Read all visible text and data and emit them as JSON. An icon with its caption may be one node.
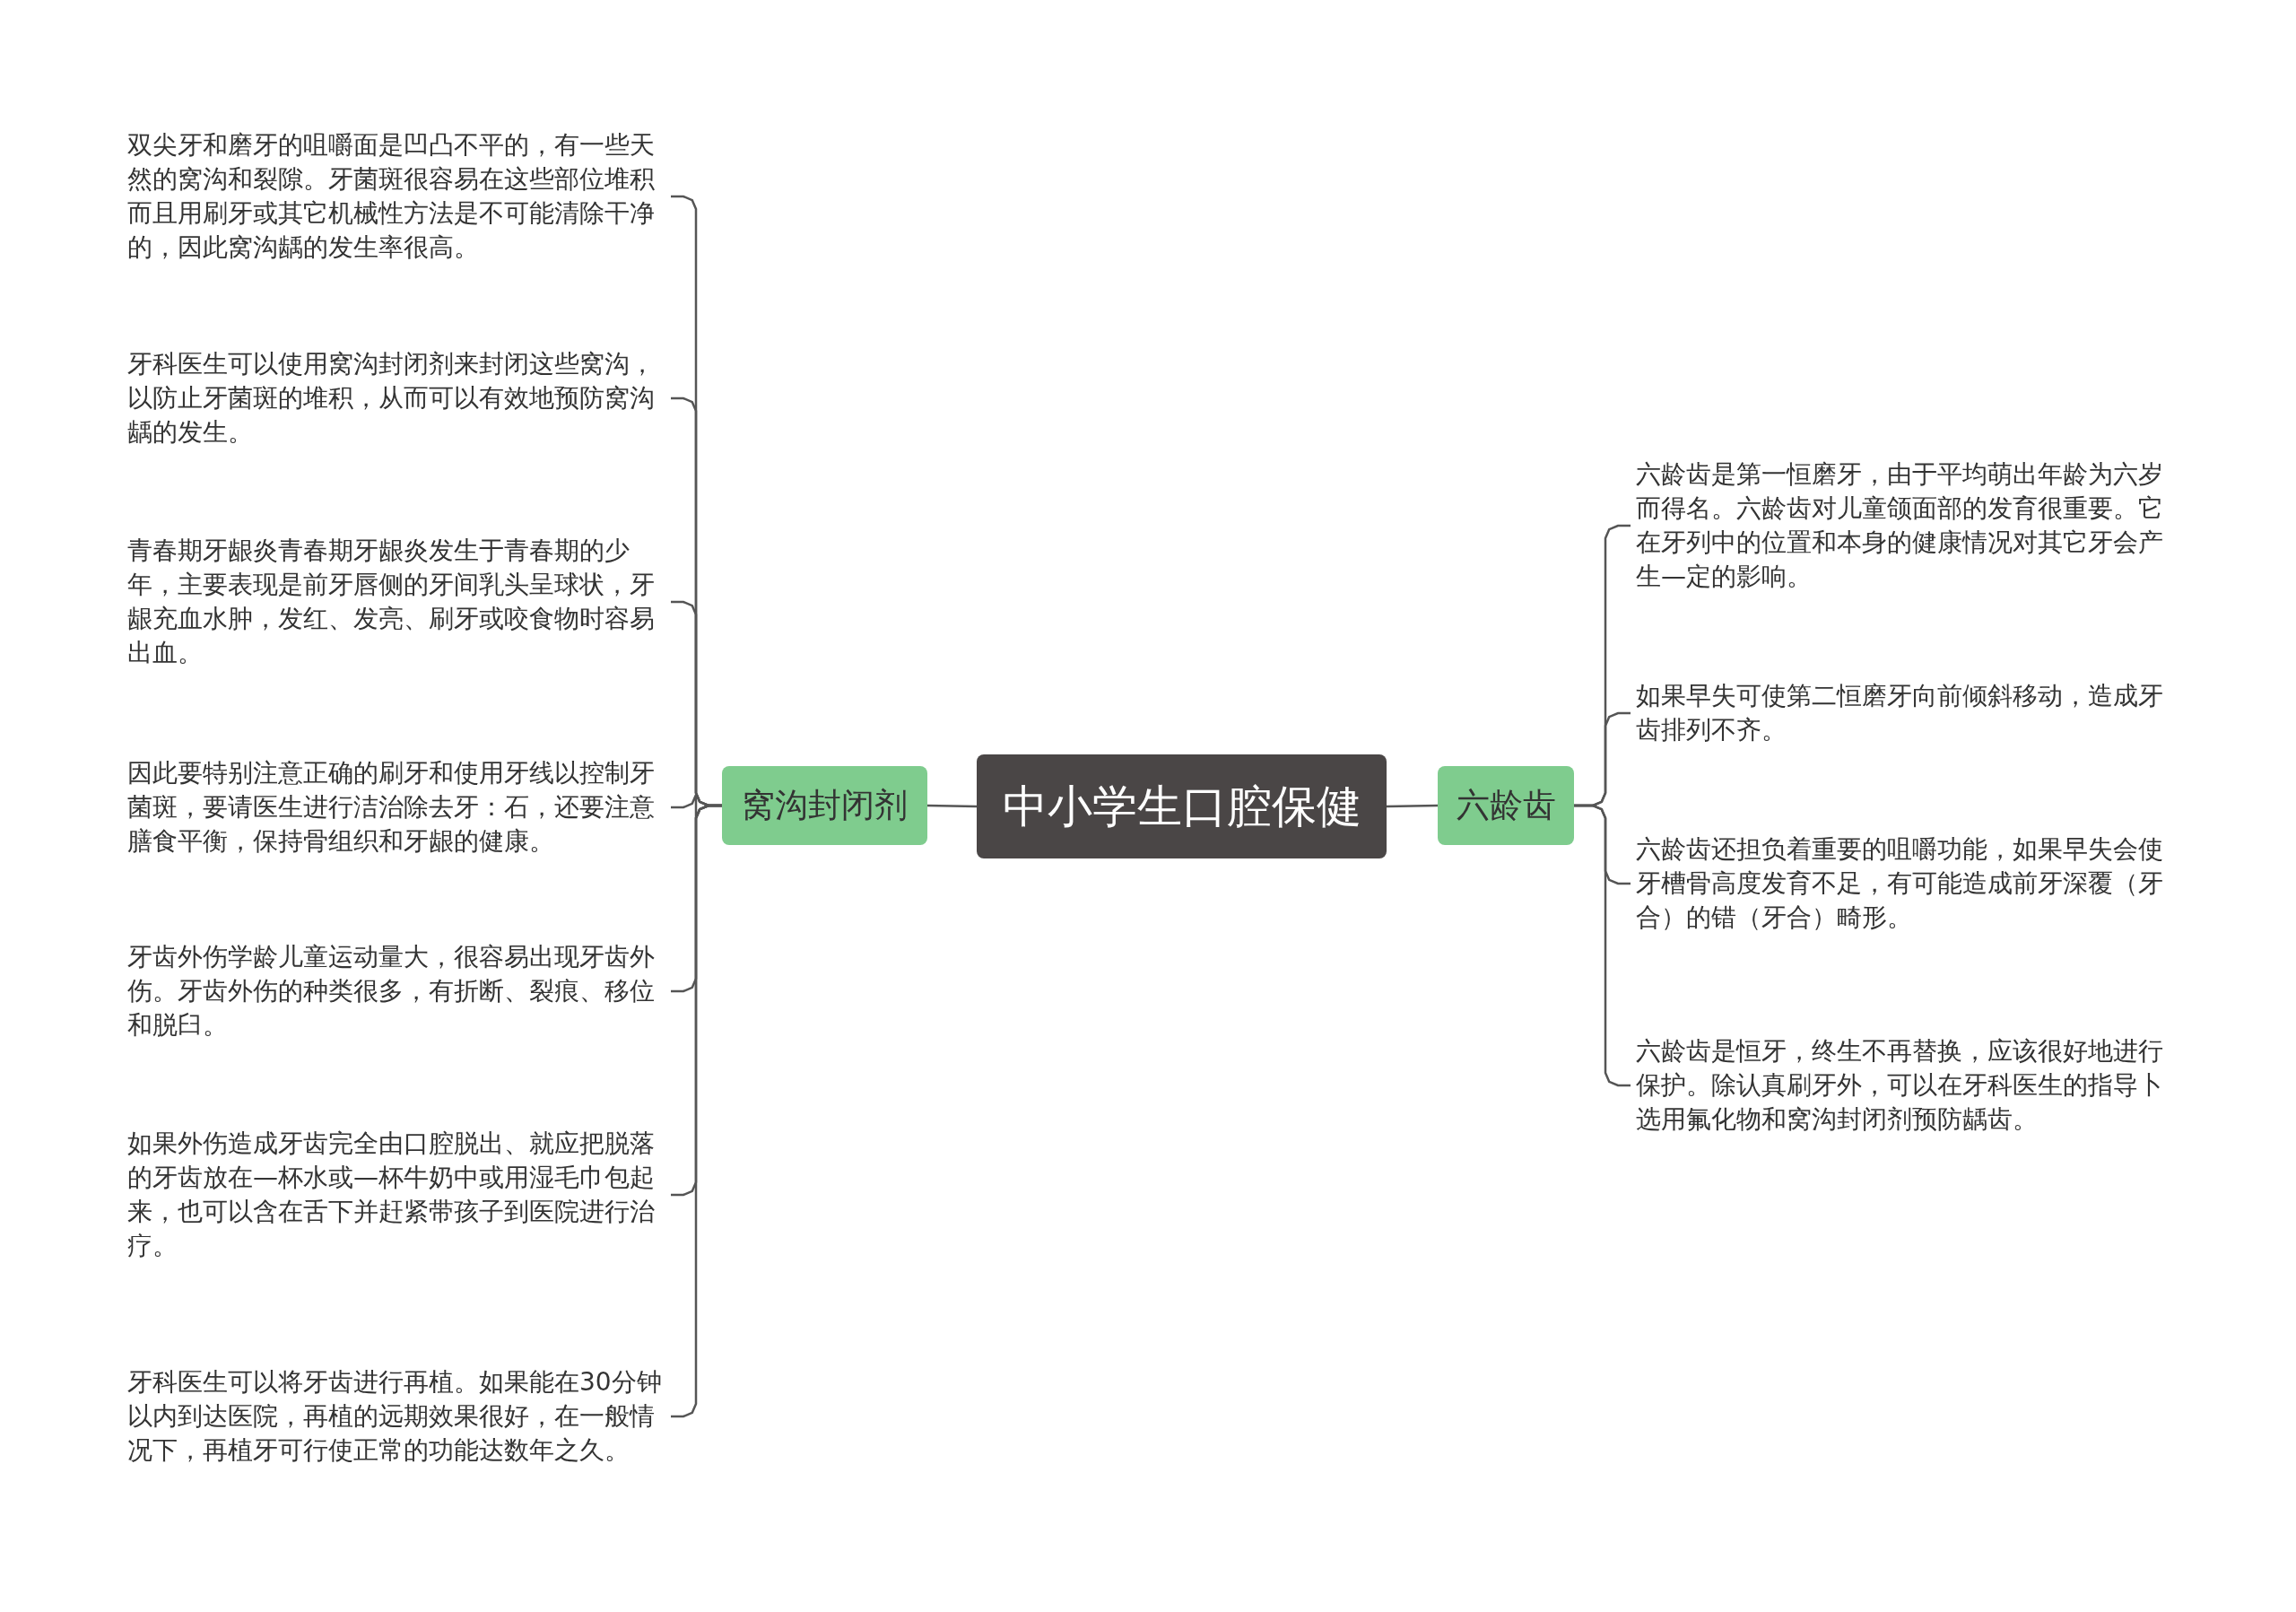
{
  "diagram": {
    "nodes": [
      {
        "text": [
          "中小学生口腔保健"
        ]
      },
      {
        "text": [
          "窝沟封闭剂"
        ]
      },
      {
        "text": [
          "双尖牙和磨牙的咀嚼面是凹凸不平的，有一些天然的窝沟和裂隙。牙菌斑很容易在这些部位堆积而且用刷牙或其它机械性方法是不可能清除干净的，因此窝沟龋的发生率很高。"
        ]
      },
      {
        "text": [
          "牙科医生可以使用窝沟封闭剂来封闭这些窝沟，以防止牙菌斑的堆积，从而可以有效地预防窝沟龋的发生。"
        ]
      },
      {
        "text": [
          "青春期牙龈炎青春期牙龈炎发生于青春期的少年，主要表现是前牙唇侧的牙间乳头呈球状，牙龈充血水肿，发红、发亮、刷牙或咬食物时容易出血。"
        ]
      },
      {
        "text": [
          "因此要特别注意正确的刷牙和使用牙线以控制牙菌斑，要请医生进行洁治除去牙：石，还要注意膳食平衡，保持骨组织和牙龈的健康。"
        ]
      },
      {
        "text": [
          "牙齿外伤学龄儿童运动量大，很容易出现牙齿外伤。牙齿外伤的种类很多，有折断、裂痕、移位和脱臼。"
        ]
      },
      {
        "text": [
          "如果外伤造成牙齿完全由口腔脱出、就应把脱落的牙齿放在—杯水或—杯牛奶中或用湿毛巾包起来，也可以含在舌下并赶紧带孩子到医院进行治疗。"
        ]
      },
      {
        "text": [
          "牙科医生可以将牙齿进行再植。如果能在30分钟以内到达医院，再植的远期效果很好，在一般情况下，再植牙可行使正常的功能达数年之久。"
        ]
      },
      {
        "text": [
          "六龄齿"
        ]
      },
      {
        "text": [
          "六龄齿是第一恒磨牙，由于平均萌出年龄为六岁而得名。六龄齿对儿童颌面部的发育很重要。它在牙列中的位置和本身的健康情况对其它牙会产生—定的影响。"
        ]
      },
      {
        "text": [
          "如果早失可使第二恒磨牙向前倾斜移动，造成牙齿排列不齐。"
        ]
      },
      {
        "text": [
          "六龄齿还担负着重要的咀嚼功能，如果早失会使牙槽骨高度发育不足，有可能造成前牙深覆（牙合）的错（牙合）畸形。"
        ]
      },
      {
        "text": [
          "六龄齿是恒牙，终生不再替换，应该很好地进行保护。除认真刷牙外，可以在牙科医生的指导卜选用氟化物和窝沟封闭剂预防龋齿。"
        ]
      }
    ],
    "edges": [
      {
        "from": 0,
        "to": 1,
        "arrow": "none"
      },
      {
        "from": 0,
        "to": 9,
        "arrow": "none"
      },
      {
        "from": 1,
        "to": 2,
        "arrow": "none"
      },
      {
        "from": 1,
        "to": 3,
        "arrow": "none"
      },
      {
        "from": 1,
        "to": 4,
        "arrow": "none"
      },
      {
        "from": 1,
        "to": 5,
        "arrow": "none"
      },
      {
        "from": 1,
        "to": 6,
        "arrow": "none"
      },
      {
        "from": 1,
        "to": 7,
        "arrow": "none"
      },
      {
        "from": 1,
        "to": 8,
        "arrow": "none"
      },
      {
        "from": 9,
        "to": 10,
        "arrow": "none"
      },
      {
        "from": 9,
        "to": 11,
        "arrow": "none"
      },
      {
        "from": 9,
        "to": 12,
        "arrow": "none"
      },
      {
        "from": 9,
        "to": 13,
        "arrow": "none"
      }
    ]
  }
}
